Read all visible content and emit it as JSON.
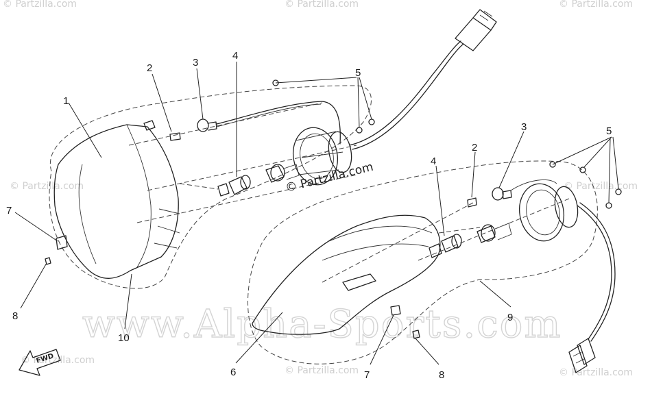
{
  "watermarks": {
    "main": "www.Alpha-Sports.com",
    "center": "© Partzilla.com",
    "corner": "© Partzilla.com"
  },
  "arrow_label": "FWD",
  "callouts": {
    "left": [
      "1",
      "2",
      "3",
      "4",
      "5",
      "7",
      "8",
      "10"
    ],
    "right": [
      "2",
      "3",
      "4",
      "5",
      "6",
      "7",
      "8",
      "9"
    ]
  }
}
